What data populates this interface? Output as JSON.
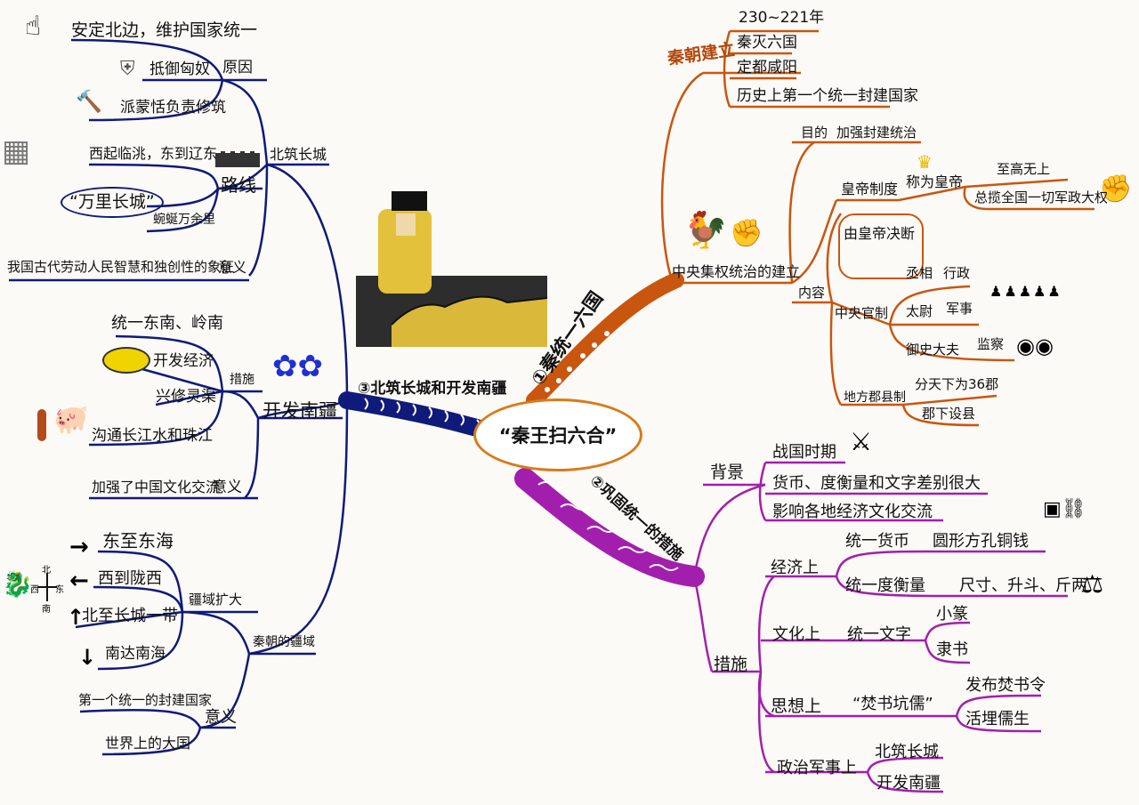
{
  "center": "“秦王扫六合”",
  "branches": {
    "b1": {
      "label": "①秦统一六国",
      "founding": {
        "label": "秦朝建立",
        "items": [
          "230~221年",
          "秦灭六国",
          "定都咸阳",
          "历史上第一个统一封建国家"
        ]
      },
      "central": {
        "label": "中央集权统治的建立",
        "goal_label": "目的",
        "goal": "加强封建统治",
        "emperor": "皇帝制度",
        "title": "称为皇帝",
        "supreme": "至高无上",
        "power": "总揽全国一切军政大权",
        "content": "内容",
        "decision": "由皇帝决断",
        "officials": "中央官制",
        "pairs": [
          {
            "office": "丞相",
            "duty": "行政"
          },
          {
            "office": "太尉",
            "duty": "军事"
          },
          {
            "office": "御史大夫",
            "duty": "监察"
          }
        ],
        "county": "地方郡县制",
        "county_items": [
          "分天下为36郡",
          "郡下设县"
        ]
      }
    },
    "b2": {
      "label": "②巩固统一的措施",
      "background": {
        "label": "背景",
        "items": [
          "战国时期",
          "货币、度衡量和文字差别很大",
          "影响各地经济文化交流"
        ]
      },
      "measures": {
        "label": "措施",
        "economy": "经济上",
        "currency": "统一货币",
        "coin": "圆形方孔铜钱",
        "weights": "统一度衡量",
        "units": "尺寸、升斗、斤两",
        "culture": "文化上",
        "script": "统一文字",
        "scripts": [
          "小篆",
          "隶书"
        ],
        "thought": "思想上",
        "burn": "“焚书坑儒”",
        "burn_items": [
          "发布焚书令",
          "活埋儒生"
        ],
        "politics": "政治军事上",
        "pol_items": [
          "北筑长城",
          "开发南疆"
        ]
      }
    },
    "b3": {
      "label": "③北筑长城和开发南疆",
      "wall": {
        "label": "北筑长城",
        "reason": "原因",
        "reasons": [
          "安定北边，维护国家统一",
          "抵御匈奴",
          "派蒙恬负责修筑"
        ],
        "route": "路线",
        "route_items": [
          "西起临洮，东到辽东",
          "“万里长城”",
          "蜿蜒万余里"
        ],
        "meaning": "意义",
        "meaning_text": "我国古代劳动人民智慧和独创性的象征"
      },
      "south": {
        "label": "开发南疆",
        "measures": "措施",
        "items": [
          "统一东南、岭南",
          "开发经济",
          "兴修灵渠",
          "沟通长江水和珠江"
        ],
        "meaning": "意义",
        "meaning_text": "加强了中国文化交流"
      },
      "territory": {
        "label": "秦朝的疆域",
        "expand": "疆域扩大",
        "dirs": [
          "东至东海",
          "西到陇西",
          "北至长城一带",
          "南达南海"
        ],
        "meaning": "意义",
        "meanings": [
          "第一个统一的封建国家",
          "世界上的大国"
        ],
        "compass": [
          "北",
          "西",
          "东",
          "南"
        ]
      }
    }
  },
  "colors": {
    "orange": "#c9560f",
    "purple": "#a21fae",
    "navy": "#0f1a7a",
    "center_border": "#d97a1a"
  }
}
